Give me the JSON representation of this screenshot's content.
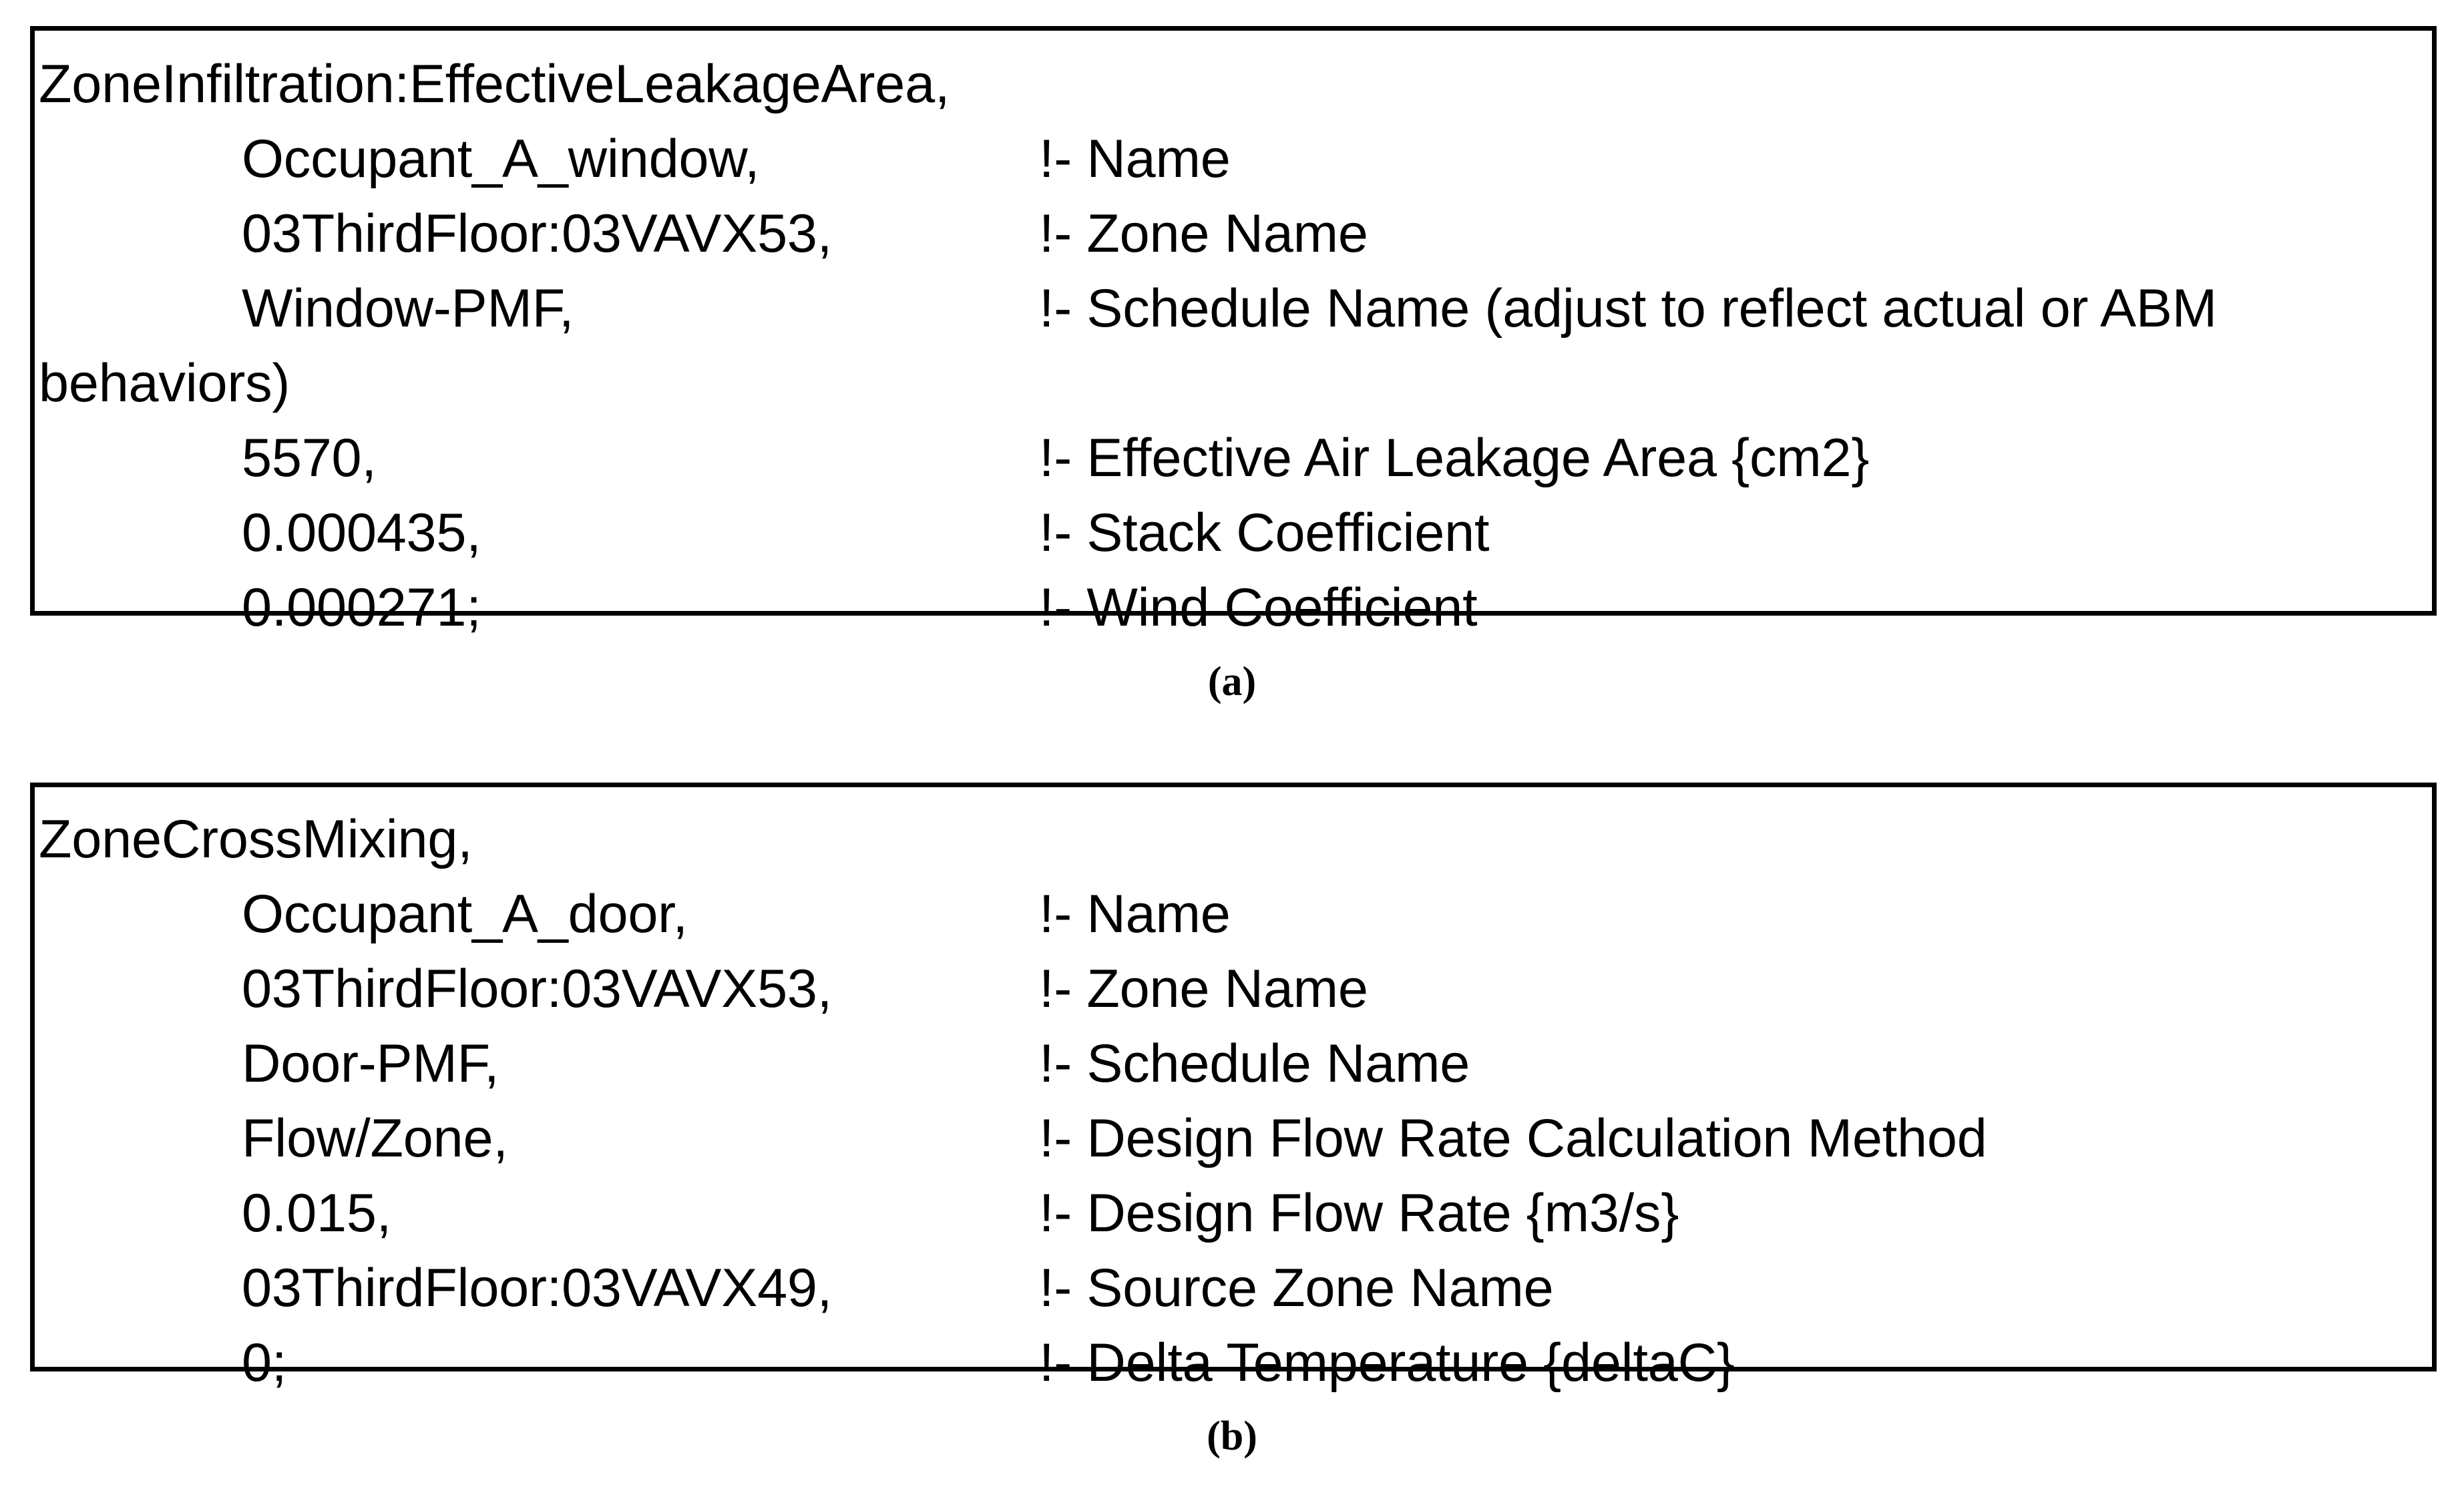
{
  "figure": {
    "panels": [
      {
        "id": "a",
        "caption": "(a)",
        "object_type": "ZoneInfiltration:EffectiveLeakageArea,",
        "lines": [
          {
            "value": "Occupant_A_window,",
            "comment": "!- Name"
          },
          {
            "value": "03ThirdFloor:03VAVX53,",
            "comment": "!- Zone Name"
          },
          {
            "value": "Window-PMF,",
            "comment": "!- Schedule Name (adjust to reflect actual or ABM",
            "comment_wrap": "behaviors)"
          },
          {
            "value": "5570,",
            "comment": "!- Effective Air Leakage Area {cm2}"
          },
          {
            "value": "0.000435,",
            "comment": "!- Stack Coefficient"
          },
          {
            "value": "0.000271;",
            "comment": "!- Wind Coefficient"
          }
        ]
      },
      {
        "id": "b",
        "caption": "(b)",
        "object_type": "ZoneCrossMixing,",
        "lines": [
          {
            "value": "Occupant_A_door,",
            "comment": "!- Name"
          },
          {
            "value": "03ThirdFloor:03VAVX53,",
            "comment": "!- Zone Name"
          },
          {
            "value": "Door-PMF,",
            "comment": "!- Schedule Name"
          },
          {
            "value": "Flow/Zone,",
            "comment": "!- Design Flow Rate Calculation Method"
          },
          {
            "value": "0.015,",
            "comment": "!- Design Flow Rate {m3/s}"
          },
          {
            "value": "03ThirdFloor:03VAVX49,",
            "comment": "!- Source Zone Name"
          },
          {
            "value": "0;",
            "comment": "!- Delta Temperature {deltaC}"
          }
        ]
      }
    ]
  },
  "colors": {
    "text": "#000000",
    "background": "#ffffff",
    "border": "#000000"
  }
}
